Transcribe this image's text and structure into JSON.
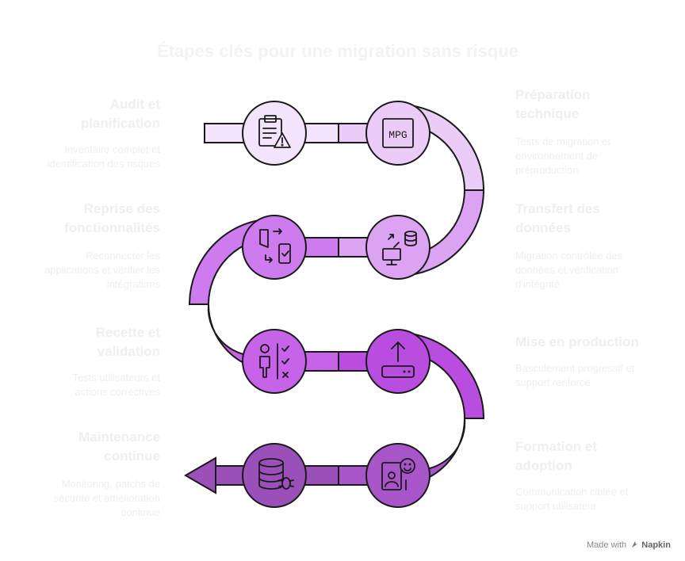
{
  "title": "Étapes clés pour une migration sans risque",
  "steps": [
    {
      "title": "Audit et\nplanification",
      "desc": "Inventaire complet et\nidentification des risques",
      "icon": "clipboard-warning-icon",
      "color": "#f3e4fb"
    },
    {
      "title": "Préparation\ntechnique",
      "desc": "Tests de migration et\nenvironnement de\npréproduction",
      "icon": "mpg-file-icon",
      "color": "#ebccf7"
    },
    {
      "title": "Transfert des\ndonnées",
      "desc": "Migration contrôlée des\ndonnées et vérification\nd'intégrité",
      "icon": "database-transfer-icon",
      "color": "#dca3f2"
    },
    {
      "title": "Reprise des\nfonctionnalités",
      "desc": "Reconnecter les\napplications et vérifier les\nintégrations",
      "icon": "app-reconnect-icon",
      "color": "#cf7bf0"
    },
    {
      "title": "Recette et\nvalidation",
      "desc": "Tests utilisateurs et\nactions correctives",
      "icon": "user-checklist-icon",
      "color": "#c663e9"
    },
    {
      "title": "Mise en production",
      "desc": "Basculement progressif et\nsupport renforcé",
      "icon": "upload-server-icon",
      "color": "#b84ddf"
    },
    {
      "title": "Formation et\nadoption",
      "desc": "Communication ciblée et\nsupport utilisateur",
      "icon": "user-training-icon",
      "color": "#a855c9"
    },
    {
      "title": "Maintenance\ncontinue",
      "desc": "Monitoring, patchs de\nsécurité et amélioration\ncontinue",
      "icon": "database-bug-icon",
      "color": "#9a4fb9"
    }
  ],
  "icon_labels": {
    "mpg": "MPG"
  },
  "watermark": {
    "prefix": "Made with",
    "brand": "Napkin"
  }
}
